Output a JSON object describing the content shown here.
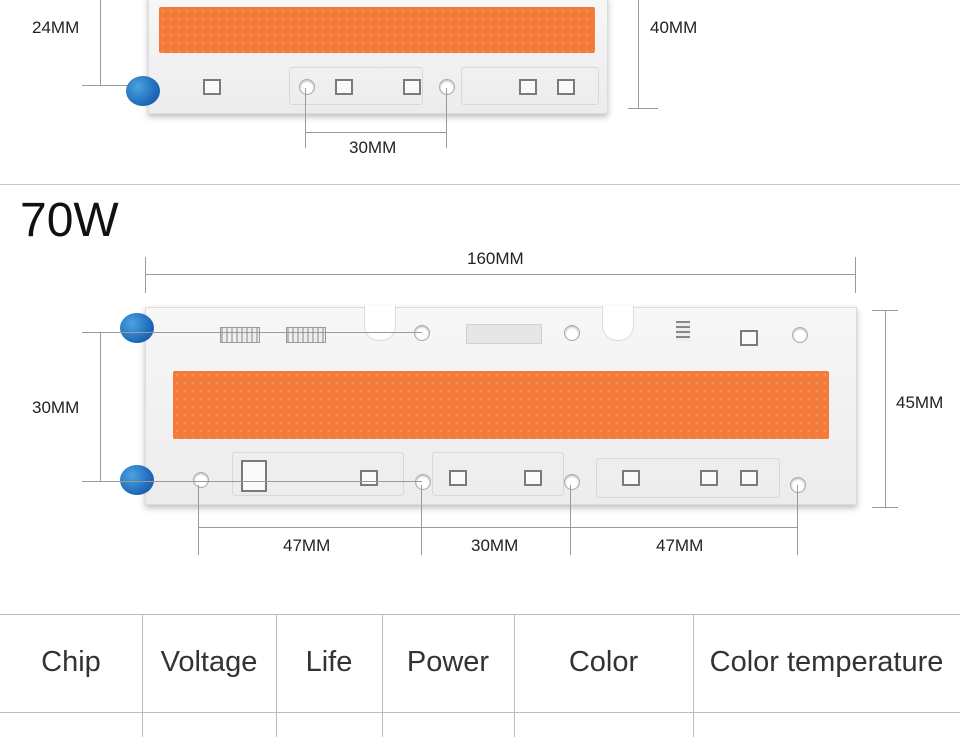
{
  "top_section": {
    "height_label": "24MM",
    "board_height_label": "40MM",
    "spacing_label": "30MM"
  },
  "section_70w": {
    "title": "70W",
    "length_label": "160MM",
    "height_label": "45MM",
    "cap_spacing_label": "30MM",
    "hole_spacings": [
      "47MM",
      "30MM",
      "47MM"
    ]
  },
  "table": {
    "headers": [
      "Chip",
      "Voltage",
      "Life",
      "Power",
      "Color",
      "Color temperature"
    ]
  },
  "colors": {
    "led": "#f47a3a",
    "capacitor": "#1a63b5",
    "divider": "#bdbdbd"
  }
}
